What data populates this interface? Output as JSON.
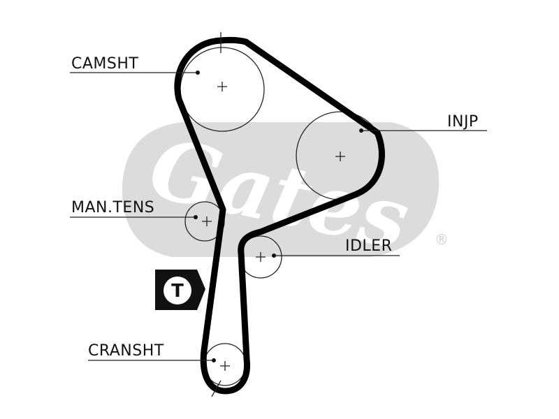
{
  "diagram": {
    "watermark_brand": "Gates",
    "watermark_mark": "®",
    "timing_marker_letter": "T",
    "labels": {
      "camshaft": "CAMSHT",
      "injection_pump": "INJP",
      "manual_tensioner": "MAN.TENS",
      "idler": "IDLER",
      "crankshaft": "CRANSHT"
    },
    "colors": {
      "belt": "#000000",
      "line": "#222222",
      "watermark": "#dadada",
      "marker": "#111111"
    }
  }
}
